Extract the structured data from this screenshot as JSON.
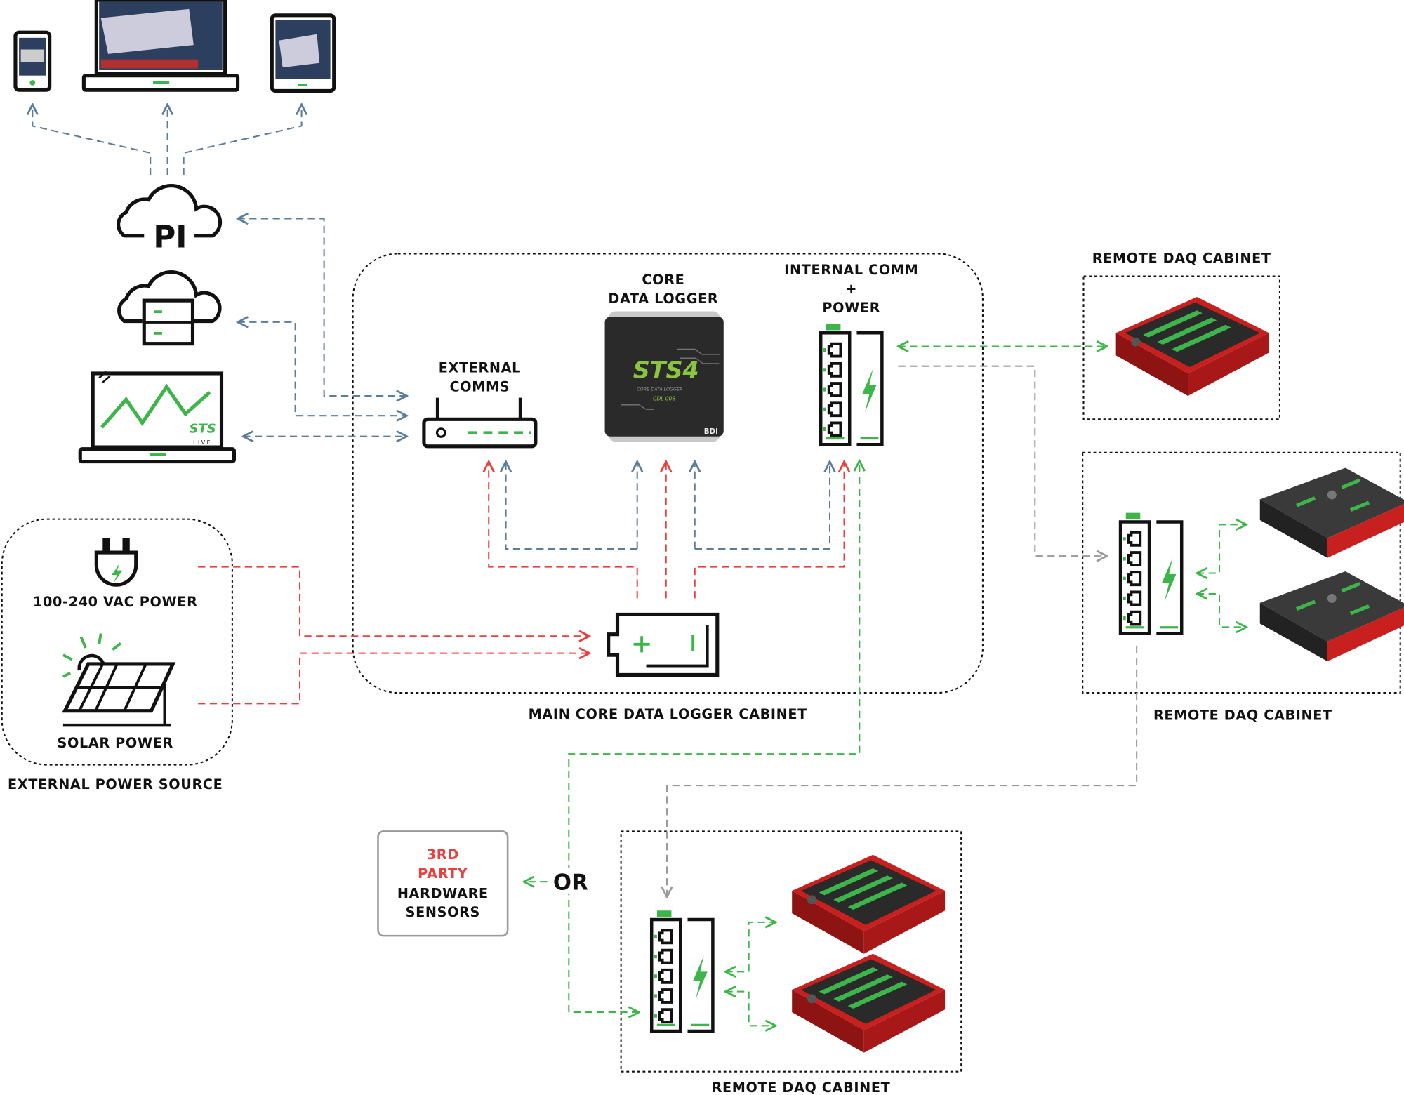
{
  "labels": {
    "core_logger": [
      "CORE",
      "DATA LOGGER"
    ],
    "internal_comm": [
      "INTERNAL COMM",
      "+",
      "POWER"
    ],
    "external_comms": [
      "EXTERNAL",
      "COMMS"
    ],
    "main_cabinet": "MAIN CORE DATA LOGGER CABINET",
    "ac_power": "100-240 VAC POWER",
    "solar_power": "SOLAR POWER",
    "external_power": "EXTERNAL POWER SOURCE",
    "remote_daq_1": "REMOTE DAQ CABINET",
    "remote_daq_2": "REMOTE DAQ CABINET",
    "remote_daq_3": "REMOTE DAQ CABINET",
    "third_party": [
      "3RD",
      "PARTY",
      "HARDWARE",
      "SENSORS"
    ],
    "or": "OR",
    "cloud_pi": "PI",
    "sts_live": [
      "STS",
      "LIVE"
    ],
    "logger_brand": "STS4",
    "logger_sub": "CORE DATA LOGGER",
    "logger_model": "CDL-008",
    "logger_maker": "BDI"
  },
  "colors": {
    "network": "#5b7d99",
    "power": "#e8403f",
    "internal_comm": "#3db54a",
    "remote_link": "#9a9a9a",
    "accent_green": "#3db54a",
    "daq_red": "#c8201f"
  },
  "icons": [
    "phone-icon",
    "laptop-icon",
    "tablet-icon",
    "cloud-pi-icon",
    "cloud-server-icon",
    "sts-live-laptop-icon",
    "router-icon",
    "switch-power-icon",
    "battery-icon",
    "plug-icon",
    "solar-panel-icon",
    "daq-device"
  ]
}
